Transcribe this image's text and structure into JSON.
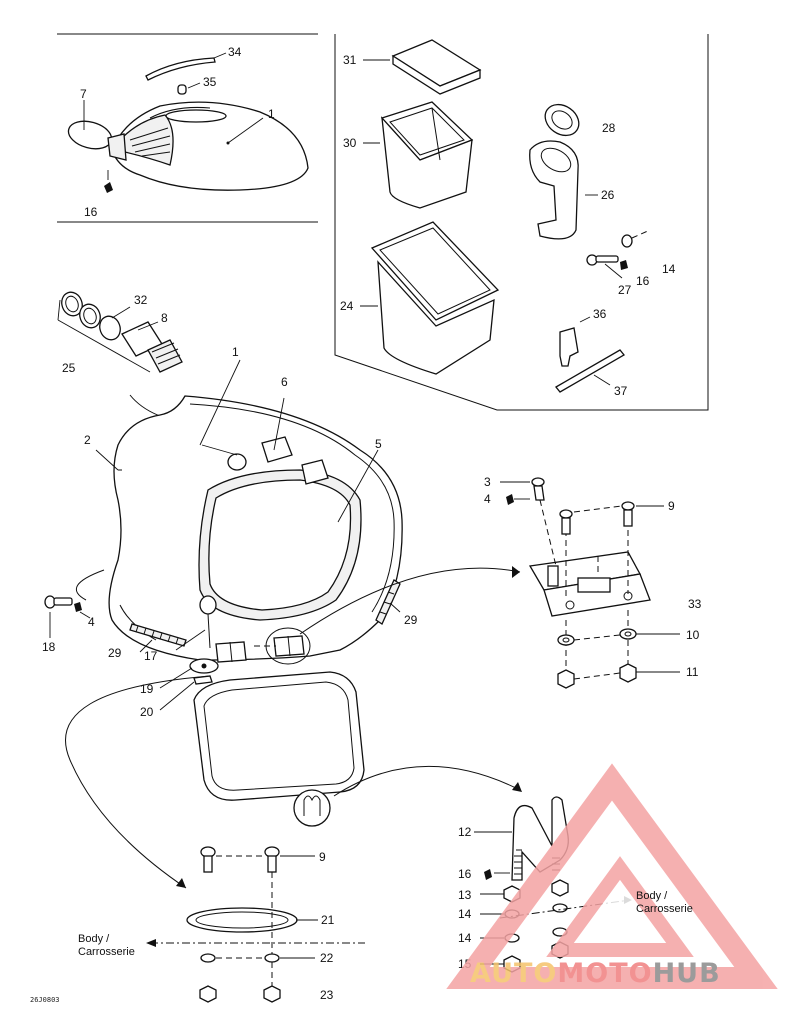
{
  "diagram": {
    "callouts": [
      {
        "id": "c1a",
        "text": "1"
      },
      {
        "id": "c7",
        "text": "7"
      },
      {
        "id": "c16a",
        "text": "16"
      },
      {
        "id": "c34",
        "text": "34"
      },
      {
        "id": "c35",
        "text": "35"
      },
      {
        "id": "c31",
        "text": "31"
      },
      {
        "id": "c30",
        "text": "30"
      },
      {
        "id": "c24",
        "text": "24"
      },
      {
        "id": "c28",
        "text": "28"
      },
      {
        "id": "c26",
        "text": "26"
      },
      {
        "id": "c14a",
        "text": "14"
      },
      {
        "id": "c27",
        "text": "27"
      },
      {
        "id": "c16b",
        "text": "16"
      },
      {
        "id": "c36",
        "text": "36"
      },
      {
        "id": "c37",
        "text": "37"
      },
      {
        "id": "c32",
        "text": "32"
      },
      {
        "id": "c8",
        "text": "8"
      },
      {
        "id": "c25",
        "text": "25"
      },
      {
        "id": "c1b",
        "text": "1"
      },
      {
        "id": "c6",
        "text": "6"
      },
      {
        "id": "c2",
        "text": "2"
      },
      {
        "id": "c5",
        "text": "5"
      },
      {
        "id": "c3",
        "text": "3"
      },
      {
        "id": "c4a",
        "text": "4"
      },
      {
        "id": "c9a",
        "text": "9"
      },
      {
        "id": "c33",
        "text": "33"
      },
      {
        "id": "c10",
        "text": "10"
      },
      {
        "id": "c11",
        "text": "11"
      },
      {
        "id": "c18",
        "text": "18"
      },
      {
        "id": "c4b",
        "text": "4"
      },
      {
        "id": "c29a",
        "text": "29"
      },
      {
        "id": "c29b",
        "text": "29"
      },
      {
        "id": "c17",
        "text": "17"
      },
      {
        "id": "c19",
        "text": "19"
      },
      {
        "id": "c20",
        "text": "20"
      },
      {
        "id": "c12",
        "text": "12"
      },
      {
        "id": "c16c",
        "text": "16"
      },
      {
        "id": "c13",
        "text": "13"
      },
      {
        "id": "c14b",
        "text": "14"
      },
      {
        "id": "c14c",
        "text": "14"
      },
      {
        "id": "c15",
        "text": "15"
      },
      {
        "id": "c9b",
        "text": "9"
      },
      {
        "id": "c21",
        "text": "21"
      },
      {
        "id": "c22",
        "text": "22"
      },
      {
        "id": "c23",
        "text": "23"
      }
    ],
    "body_label_left": [
      "Body /",
      "Carrosserie"
    ],
    "body_label_right": [
      "Body /",
      "Carrosserie"
    ],
    "drawing_code": "26J0803"
  },
  "watermark": {
    "part1": "AUTO",
    "part2": "MOTO",
    "part3": "HUB",
    "colors": {
      "auto": "#f5c36a",
      "moto": "#f08080",
      "hub": "#8a8a8a",
      "triangle": "#f4a3a3"
    }
  }
}
